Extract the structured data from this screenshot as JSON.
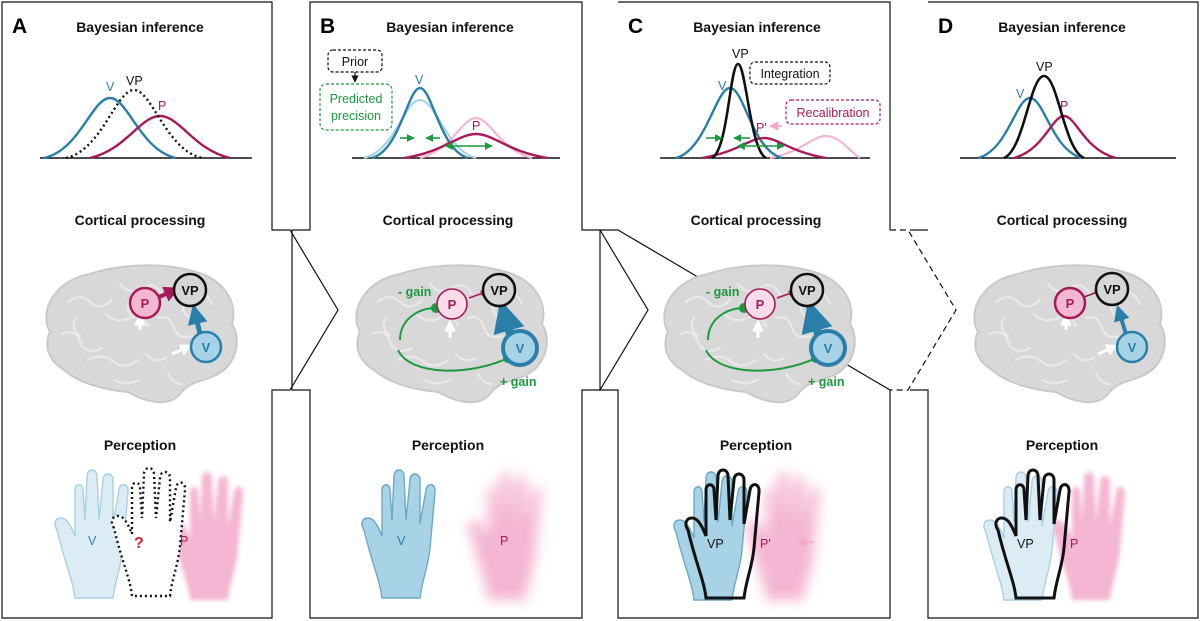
{
  "colors": {
    "visual": "#2a7fa8",
    "visual_light": "#a8d3e6",
    "proprio": "#a8195c",
    "proprio_light": "#f2b8d2",
    "vp": "#111111",
    "gain": "#1a9a3c",
    "brain": "#d6d6d6"
  },
  "panels": [
    {
      "letter": "A",
      "bayes_title": "Bayesian inference",
      "cortical_title": "Cortical processing",
      "perception_title": "Perception",
      "curve_labels": {
        "v": "V",
        "vp": "VP",
        "p": "P"
      },
      "nodes": {
        "p": "P",
        "vp": "VP",
        "v": "V"
      },
      "hands": {
        "v": "V",
        "question": "?",
        "p": "P"
      }
    },
    {
      "letter": "B",
      "bayes_title": "Bayesian inference",
      "cortical_title": "Cortical processing",
      "perception_title": "Perception",
      "curve_labels": {
        "v": "V",
        "p": "P"
      },
      "boxes": {
        "prior": "Prior",
        "predicted_precision_1": "Predicted",
        "predicted_precision_2": "precision"
      },
      "nodes": {
        "p": "P",
        "vp": "VP",
        "v": "V"
      },
      "gain": {
        "minus": "- gain",
        "plus": "+ gain"
      },
      "hands": {
        "v": "V",
        "p": "P"
      }
    },
    {
      "letter": "C",
      "bayes_title": "Bayesian inference",
      "cortical_title": "Cortical processing",
      "perception_title": "Perception",
      "curve_labels": {
        "v": "V",
        "vp": "VP",
        "p_prime": "P'"
      },
      "boxes": {
        "integration": "Integration",
        "recalibration": "Recalibration"
      },
      "nodes": {
        "p": "P",
        "vp": "VP",
        "v": "V"
      },
      "gain": {
        "minus": "- gain",
        "plus": "+ gain"
      },
      "hands": {
        "vp": "VP",
        "p_prime": "P'"
      }
    },
    {
      "letter": "D",
      "bayes_title": "Bayesian inference",
      "cortical_title": "Cortical processing",
      "perception_title": "Perception",
      "curve_labels": {
        "v": "V",
        "vp": "VP",
        "p": "P"
      },
      "nodes": {
        "p": "P",
        "vp": "VP",
        "v": "V"
      },
      "hands": {
        "vp": "VP",
        "p": "P"
      }
    }
  ]
}
